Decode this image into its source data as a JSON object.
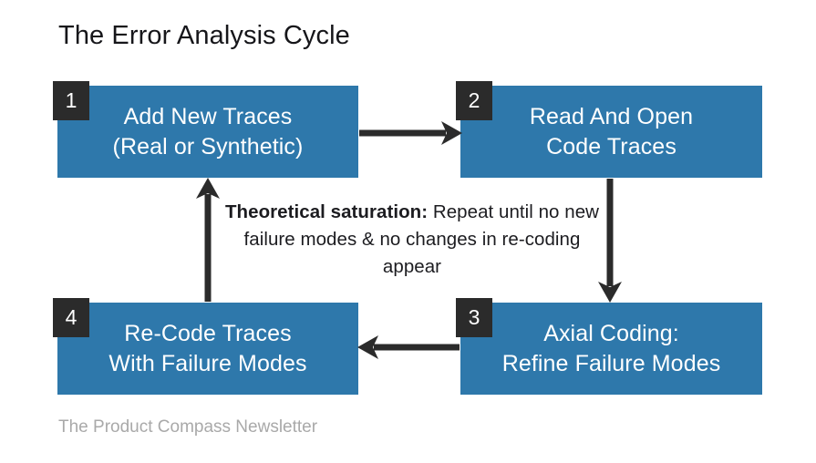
{
  "title": "The Error Analysis Cycle",
  "footer": "The Product Compass Newsletter",
  "colors": {
    "box_fill": "#2e78ab",
    "box_text": "#ffffff",
    "badge_fill": "#2b2b2b",
    "badge_text": "#ffffff",
    "arrow": "#2b2b2b",
    "title_text": "#16161a",
    "note_text": "#1c1c20",
    "footer_text": "#a9a9a9",
    "background": "#ffffff"
  },
  "steps": [
    {
      "number": "1",
      "line1": "Add New Traces",
      "line2": "(Real or Synthetic)"
    },
    {
      "number": "2",
      "line1": "Read And Open",
      "line2": "Code Traces"
    },
    {
      "number": "3",
      "line1": "Axial Coding:",
      "line2": "Refine Failure Modes"
    },
    {
      "number": "4",
      "line1": "Re-Code Traces",
      "line2": "With Failure Modes"
    }
  ],
  "arrows": [
    {
      "name": "arrow-step1-to-step2",
      "direction": "right"
    },
    {
      "name": "arrow-step2-to-step3",
      "direction": "down"
    },
    {
      "name": "arrow-step3-to-step4",
      "direction": "left"
    },
    {
      "name": "arrow-step4-to-step1",
      "direction": "up"
    }
  ],
  "note": {
    "label": "Theoretical saturation:",
    "body": " Repeat until no new failure modes & no changes in re-coding appear"
  }
}
